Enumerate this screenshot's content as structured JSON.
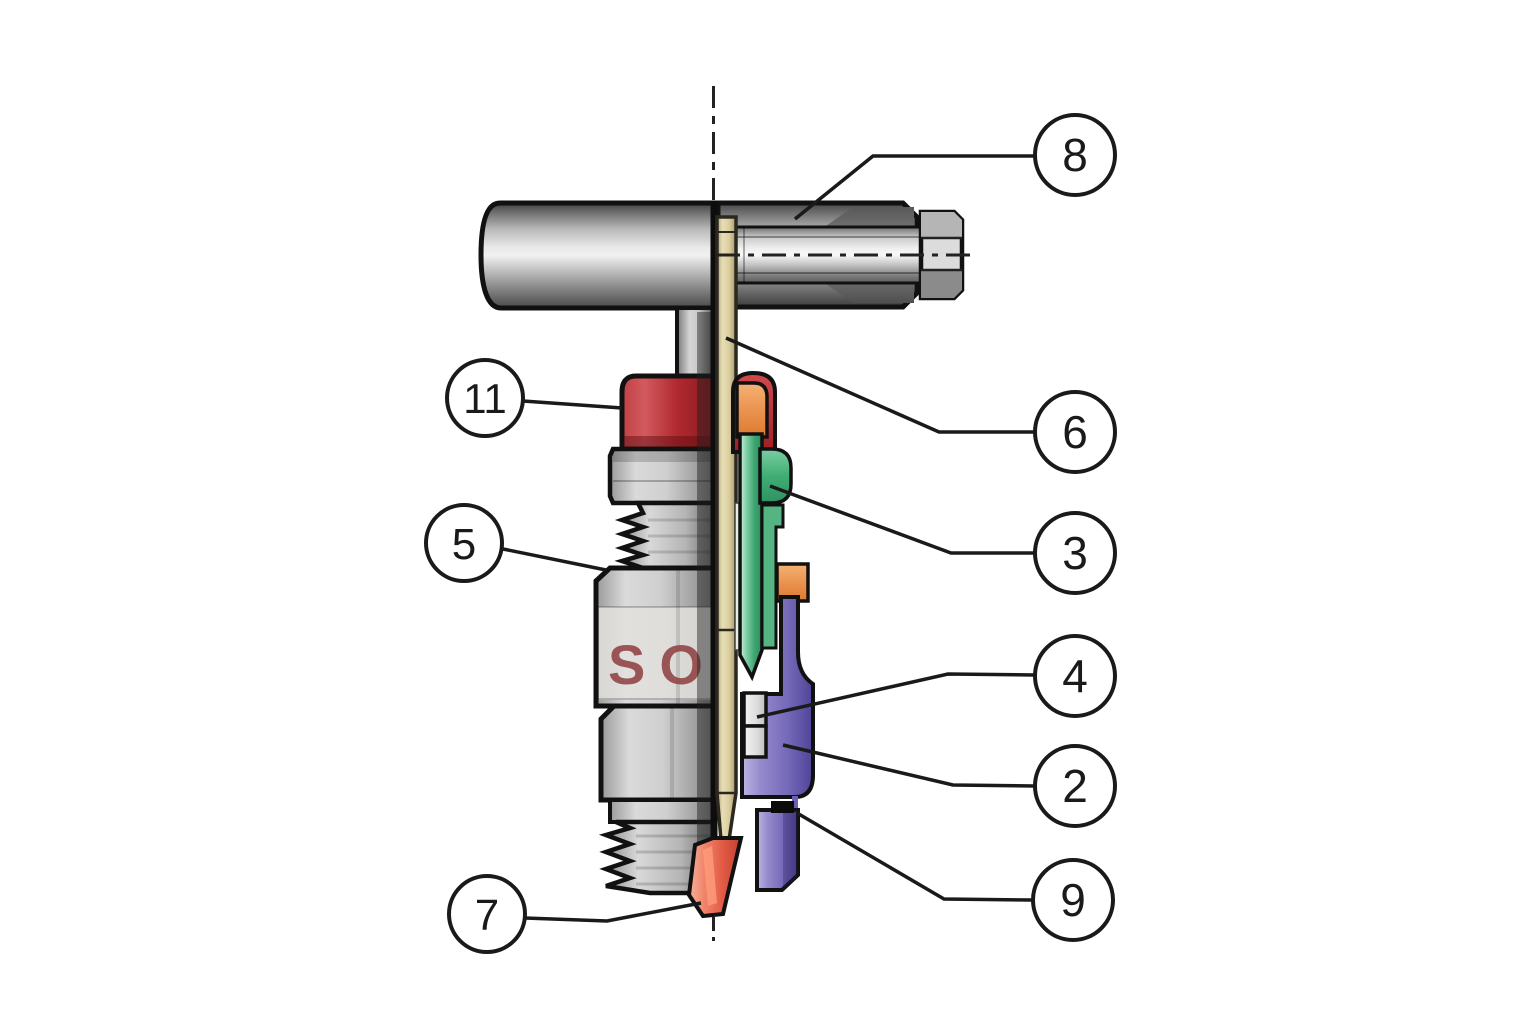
{
  "figure": {
    "logo_text": "SO",
    "callouts": [
      {
        "label": "8"
      },
      {
        "label": "6"
      },
      {
        "label": "3"
      },
      {
        "label": "4"
      },
      {
        "label": "2"
      },
      {
        "label": "9"
      },
      {
        "label": "11"
      },
      {
        "label": "5"
      },
      {
        "label": "7"
      }
    ],
    "colors": {
      "line": "#1a1a1a",
      "background": "#ffffff",
      "red_cap": "#b72c31",
      "orange_insert": "#eb9350",
      "green_insert": "#3da671",
      "purple_body": "#7468b8",
      "tan_strip": "#d9cd9f",
      "nozzle_tip": "#e25a44",
      "seal": "#0a0a0a",
      "metal_light": "#d6d6d6",
      "metal_dark": "#4a4a4a",
      "logo_red": "#8d3e3e"
    }
  }
}
